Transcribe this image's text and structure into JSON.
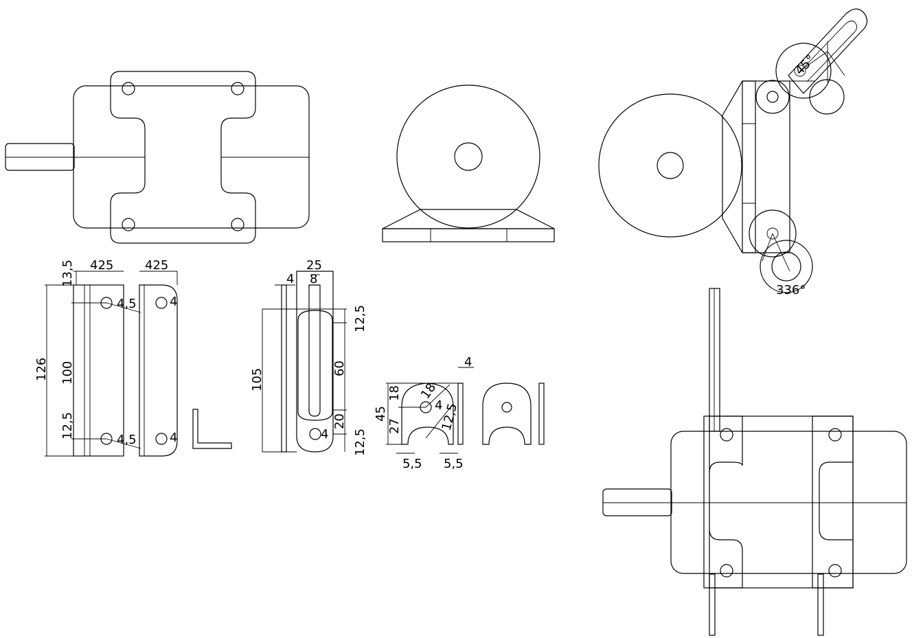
{
  "drawing": {
    "type": "technical-drawing",
    "background": "#ffffff",
    "line_color": "#000000",
    "views": [
      "motor-top-view",
      "motor-front-view",
      "motor-bracket-assembly-view",
      "side-bracket-plate-detail",
      "angle-profile-section",
      "slotted-arm-detail",
      "motor-mount-clamp-detail",
      "motor-assembly-bottom-view"
    ]
  },
  "dimensions": {
    "bracket": {
      "top_margin": "13,5",
      "width_1": "425",
      "width_2": "425",
      "height_total": "126",
      "hole_spacing": "100",
      "bottom_margin": "12,5",
      "hole_upper_left": "4,5",
      "hole_lower_left": "4,5",
      "hole_upper_right": "4",
      "hole_lower_right": "4"
    },
    "slot_arm": {
      "width": "25",
      "thickness": "4",
      "slot_width": "8",
      "length": "105",
      "top_offset": "12,5",
      "slot_length": "60",
      "bottom_spacing": "20",
      "bottom_offset": "12,5",
      "hole_dia": "4"
    },
    "clamp": {
      "thickness": "4",
      "height_total": "45",
      "upper": "18",
      "lower": "27",
      "arc_r": "18",
      "hole": "4",
      "radius": "12,5",
      "left_margin": "5,5",
      "right_margin": "5,5"
    },
    "angles": {
      "upper_angle": "45°",
      "lower_angle": "336°"
    }
  }
}
